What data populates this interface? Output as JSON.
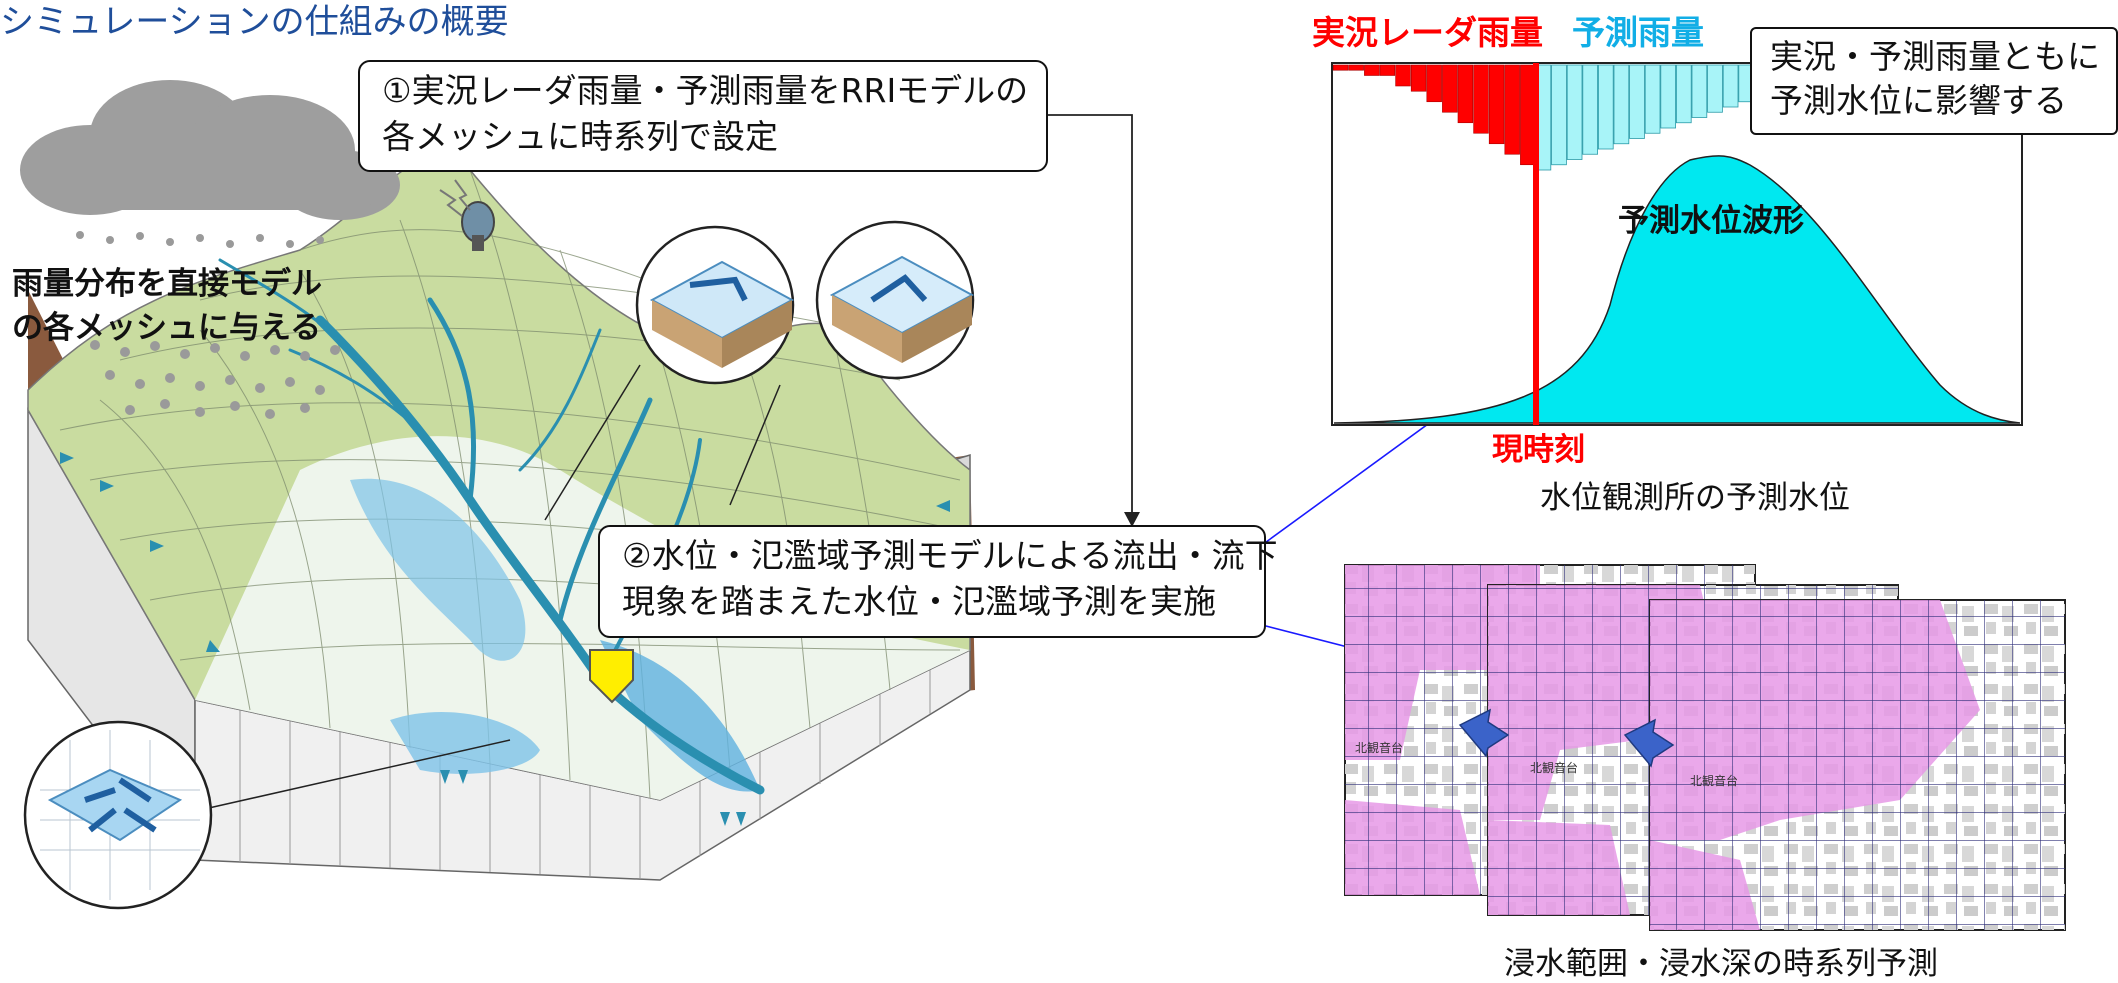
{
  "title": "シミュレーションの仕組みの概要",
  "callout1": {
    "line1": "①実況レーダ雨量・予測雨量をRRIモデルの",
    "line2": "各メッシュに時系列で設定"
  },
  "callout2": {
    "line1": "②水位・氾濫域予測モデルによる流出・流下",
    "line2": "現象を踏まえた水位・氾濫域予測を実施"
  },
  "rain_note": {
    "line1": "雨量分布を直接モデル",
    "line2": "の各メッシュに与える"
  },
  "legend": {
    "observed": "実況レーダ雨量",
    "forecast": "予測雨量"
  },
  "influence_note": {
    "line1": "実況・予測雨量ともに",
    "line2": "予測水位に影響する"
  },
  "hydrograph_label": "予測水位波形",
  "current_time_label": "現時刻",
  "hydrograph_caption": "水位観測所の予測水位",
  "map_caption": "浸水範囲・浸水深の時系列予測",
  "map_place_label": "北観音台",
  "colors": {
    "observed": "#ff0000",
    "forecast": "#a8f4f8",
    "water_level": "#00e8f0",
    "flood": "#e699e6",
    "title": "#1f4e9a"
  },
  "chart_data": {
    "type": "bar",
    "series": [
      {
        "name": "実況レーダ雨量",
        "values": [
          0.5,
          0.5,
          1,
          1,
          2,
          2.5,
          3.5,
          4.5,
          5.5,
          6.5,
          7.5,
          8.5,
          9.5
        ]
      },
      {
        "name": "予測雨量",
        "values": [
          10,
          9.5,
          9,
          8.5,
          8,
          7.5,
          7,
          6.5,
          6,
          5.5,
          5,
          4.5,
          4,
          3.5,
          3,
          2.5,
          2,
          1.5,
          1,
          0.5
        ]
      }
    ]
  }
}
